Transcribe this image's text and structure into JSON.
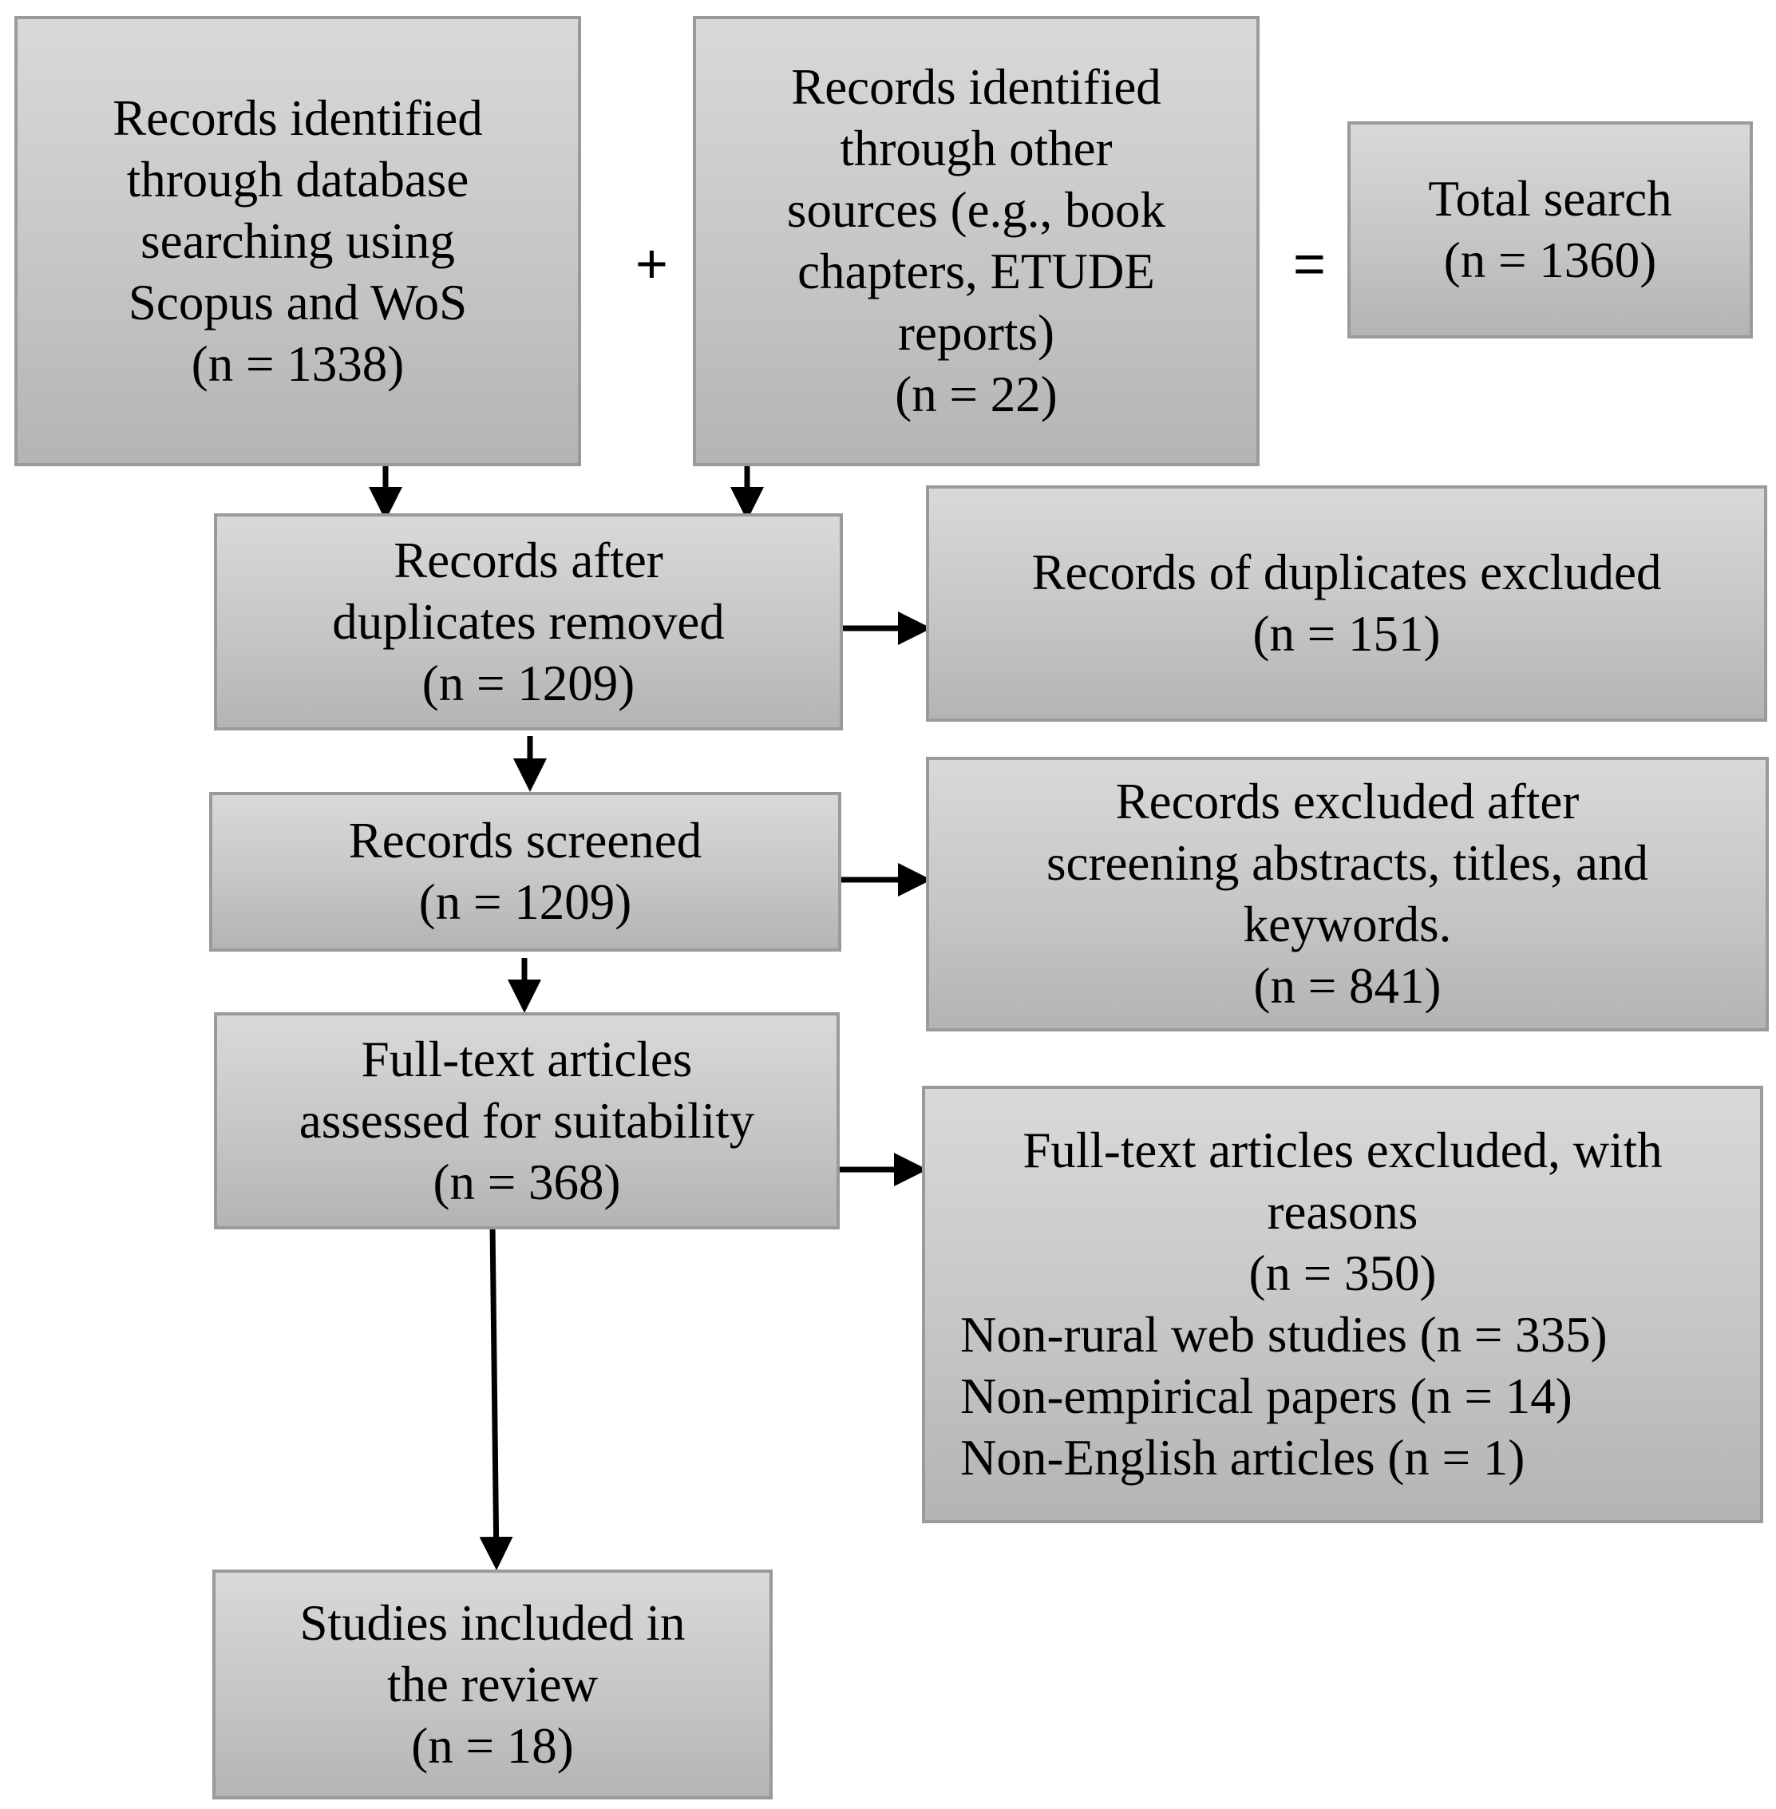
{
  "flow": {
    "identified_db": [
      "Records identified",
      "through database",
      "searching using",
      "Scopus and WoS",
      "(n = 1338)"
    ],
    "plus_sign": "+",
    "identified_other": [
      "Records identified",
      "through other",
      "sources (e.g., book",
      "chapters, ETUDE",
      "reports)",
      "(n = 22)"
    ],
    "equals_sign": "=",
    "total_search": [
      "Total search",
      "(n = 1360)"
    ],
    "after_duplicates": [
      "Records after",
      "duplicates removed",
      "(n = 1209)"
    ],
    "duplicates_excluded": [
      "Records of duplicates excluded",
      "(n = 151)"
    ],
    "screened": [
      "Records screened",
      "(n = 1209)"
    ],
    "screen_excluded": [
      "Records excluded after",
      "screening abstracts, titles, and",
      "keywords.",
      "(n = 841)"
    ],
    "fulltext_assessed": [
      "Full-text articles",
      "assessed for suitability",
      "(n = 368)"
    ],
    "fulltext_excluded": [
      "Full-text articles excluded, with",
      "reasons",
      "(n = 350)"
    ],
    "fulltext_reasons": [
      "Non-rural web studies (n = 335)",
      "Non-empirical papers (n = 14)",
      "Non-English articles (n = 1)"
    ],
    "included": [
      "Studies included in",
      "the review",
      "(n = 18)"
    ]
  }
}
